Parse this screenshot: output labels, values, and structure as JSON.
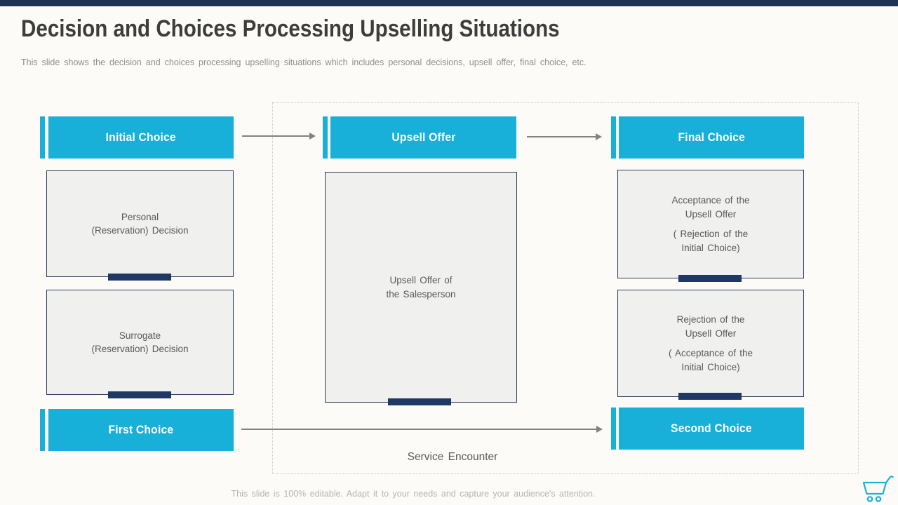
{
  "slide": {
    "title": "Decision and Choices Processing Upselling Situations",
    "subtitle": "This slide shows the decision and choices processing upselling situations which includes personal decisions, upsell offer, final choice, etc.",
    "footer_note": "This slide is 100% editable. Adapt it to your needs and capture your audience's attention."
  },
  "diagram": {
    "service_encounter_label": "Service Encounter",
    "columns": [
      {
        "header": "Initial Choice",
        "box1": "Personal\n(Reservation) Decision",
        "box2": "Surrogate\n(Reservation) Decision",
        "footer": "First Choice"
      },
      {
        "header": "Upsell Offer",
        "box1": "Upsell Offer of\nthe Salesperson"
      },
      {
        "header": "Final Choice",
        "box1_para1": "Acceptance of the\nUpsell Offer",
        "box1_para2": "( Rejection of the\nInitial Choice)",
        "box2_para1": "Rejection of the\nUpsell Offer",
        "box2_para2": "( Acceptance of the\nInitial Choice)",
        "footer": "Second Choice"
      }
    ]
  },
  "icons": {
    "cart": "shopping-cart-icon"
  },
  "colors": {
    "accent_cyan": "#18b0d8",
    "navy_tab": "#1f3864",
    "top_bar_navy": "#1e3254",
    "box_fill": "#f0f0ee",
    "box_border": "#2c3d5c",
    "arrow_gray": "#828282",
    "dotted_border": "#c9c9c9"
  }
}
